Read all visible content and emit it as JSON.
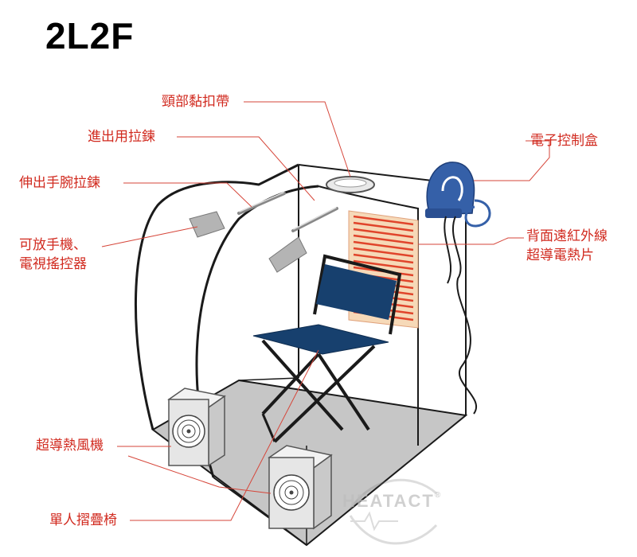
{
  "model": "2L2F",
  "labels": {
    "neck_strap": "頸部黏扣帶",
    "entry_zipper": "進出用拉鍊",
    "arm_zipper": "伸出手腕拉鍊",
    "phone_line1": "可放手機、",
    "phone_line2": "電視搖控器",
    "control_box": "電子控制盒",
    "heater_line1": "背面遠紅外線",
    "heater_line2": "超導電熱片",
    "fan": "超導熱風機",
    "chair": "單人摺疊椅"
  },
  "brand": {
    "name": "HEATACT",
    "mark": "®"
  },
  "colors": {
    "label": "#d12a1f",
    "leader": "#d6463a",
    "chair_seat": "#17406e",
    "control_box": "#3560a8",
    "heater_stripe": "#e0442b",
    "heater_panel": "#f6d9b8",
    "floor": "#c6c6c6",
    "outline": "#1a1a1a"
  }
}
